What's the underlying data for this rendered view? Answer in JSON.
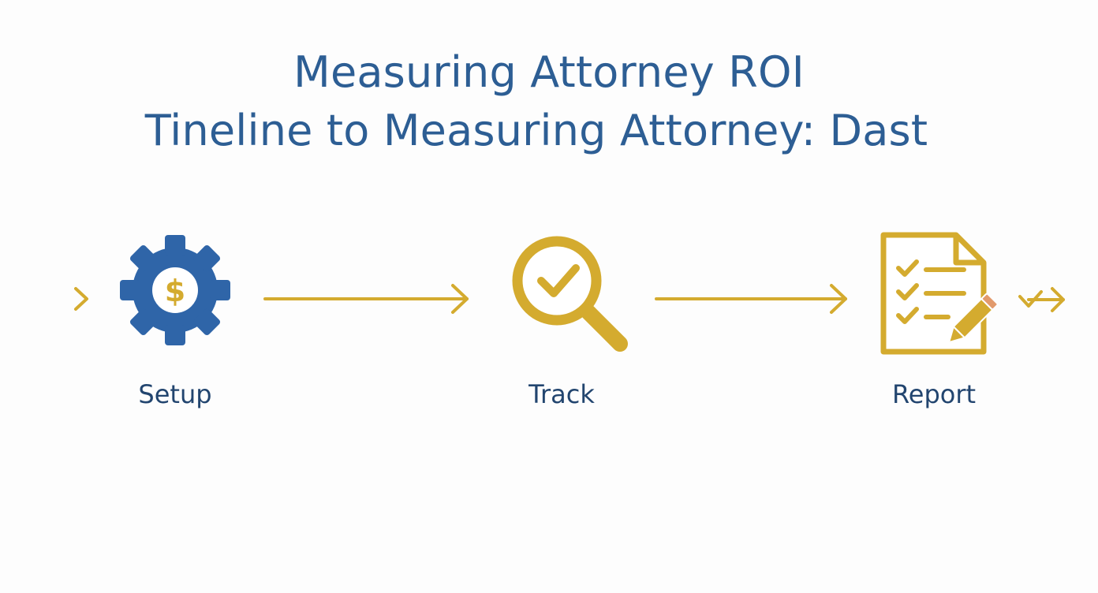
{
  "title": {
    "line1": "Measuring Attorney ROI",
    "line2": "Tineline to Measuring Attorney: Dast"
  },
  "steps": [
    {
      "label": "Setup",
      "icon": "gear-dollar-icon"
    },
    {
      "label": "Track",
      "icon": "magnifier-check-icon"
    },
    {
      "label": "Report",
      "icon": "checklist-pencil-icon"
    }
  ],
  "gear_symbol": "$",
  "colors": {
    "title": "#2d5e94",
    "label": "#22456f",
    "blue_icon": "#2f65a8",
    "gold": "#d4ab2f",
    "pencil_tip": "#e29a6c",
    "background": "#fdfdfd"
  }
}
